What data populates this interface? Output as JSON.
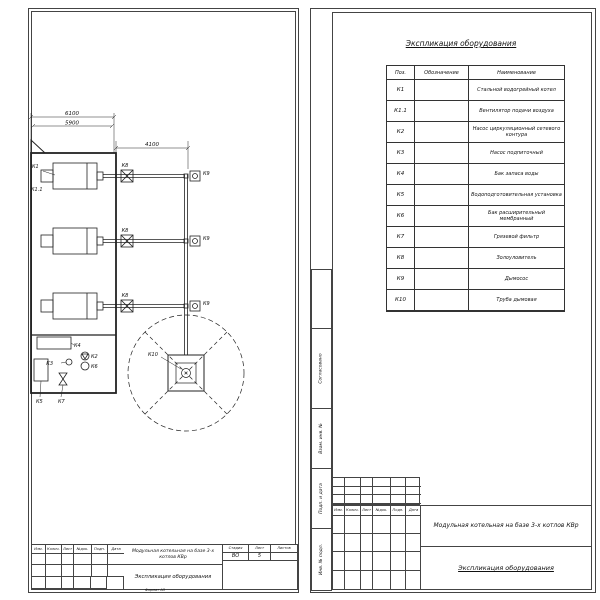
{
  "common": {
    "revision_headers": [
      "Изм.",
      "Колич.",
      "Лист",
      "№док.",
      "Подп.",
      "Дата"
    ],
    "project_name": "Модульная котельная на базе 3-х котлов КВр",
    "doc_name": "Экспликация оборудования"
  },
  "left_sheet": {
    "dimensions": {
      "width_total": "6100",
      "width_inner": "5900",
      "flue_run": "4100"
    },
    "equipment_labels": {
      "k1": "К1",
      "k1_1": "К1.1",
      "k2": "К2",
      "k3": "К3",
      "k4": "К4",
      "k5": "К5",
      "k6": "К6",
      "k7": "К7",
      "k8": "К8",
      "k9": "К9",
      "k10": "К10"
    },
    "titleblock": {
      "stage_label": "Стадия",
      "sheet_label": "Лист",
      "sheets_label": "Листов",
      "stage": "ВО",
      "sheet_number": "5",
      "format_note": "Формат А3"
    }
  },
  "right_sheet": {
    "title": "Экспликация оборудования",
    "table": {
      "headers": [
        "Поз.",
        "Обозначение",
        "Наименование"
      ],
      "rows": [
        {
          "pos": "К1",
          "name": "Стальной водогрейный котел"
        },
        {
          "pos": "К1.1",
          "name": "Вентилятор подачи воздуха"
        },
        {
          "pos": "К2",
          "name": "Насос циркуляционный сетевого контура"
        },
        {
          "pos": "К3",
          "name": "Насос подпиточный"
        },
        {
          "pos": "К4",
          "name": "Бак запаса воды"
        },
        {
          "pos": "К5",
          "name": "Водоподготовительная установка"
        },
        {
          "pos": "К6",
          "name": "Бак расширительный мембранный"
        },
        {
          "pos": "К7",
          "name": "Грязевой фильтр"
        },
        {
          "pos": "К8",
          "name": "Золоуловитель"
        },
        {
          "pos": "К9",
          "name": "Дымосос"
        },
        {
          "pos": "К10",
          "name": "Труба дымовая"
        }
      ]
    },
    "margin_labels": [
      "Согласовано",
      "Взам. инв. №",
      "Подп. и дата",
      "Инв. № подл."
    ]
  }
}
